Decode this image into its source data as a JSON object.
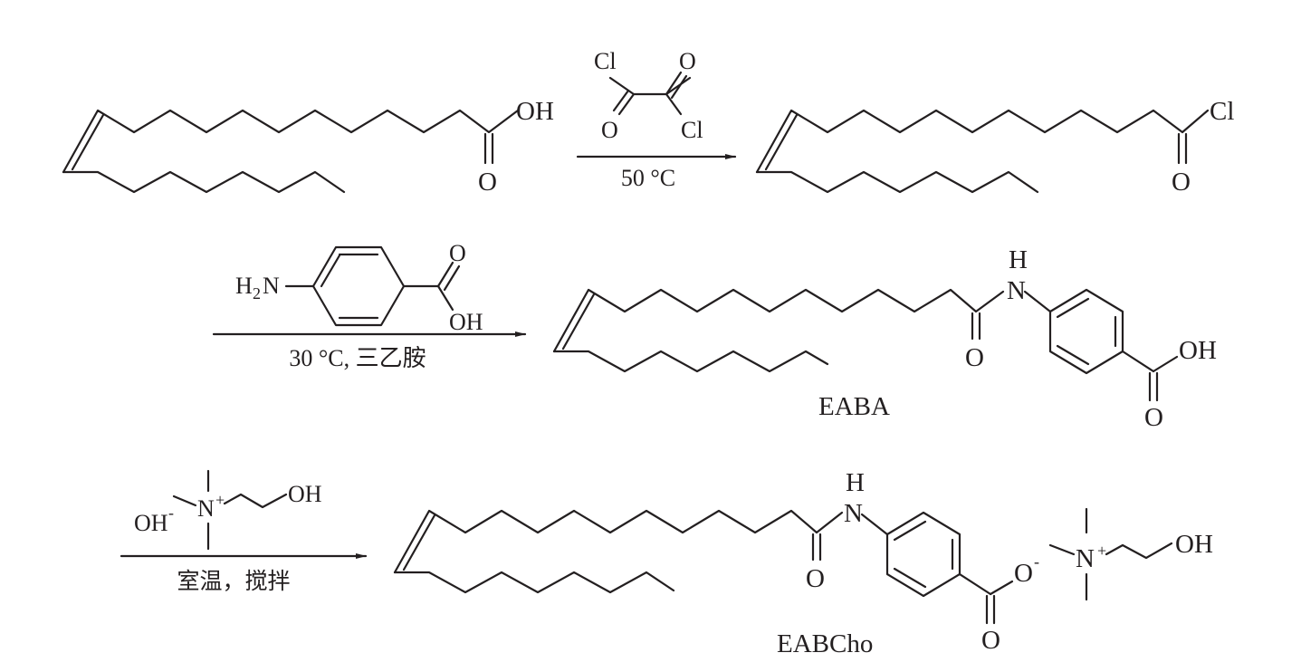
{
  "reagents": {
    "oxalyl_chloride": {
      "cl1": "Cl",
      "cl2": "Cl",
      "o1": "O",
      "o2": "O"
    },
    "aminobenzoic_acid": {
      "h2n": "H",
      "h2n_sub": "2",
      "h2n_n": "N",
      "o": "O",
      "oh": "OH"
    },
    "choline_hydroxide": {
      "anion": "OH",
      "anion_charge": "-",
      "n": "N",
      "n_charge": "+",
      "oh": "OH"
    }
  },
  "conditions": {
    "step1": "50 °C",
    "step2": "30 °C, 三乙胺",
    "step3": "室温，搅拌"
  },
  "molecules": {
    "erucic_acid": {
      "oh": "OH",
      "o": "O"
    },
    "erucoyl_chloride": {
      "cl": "Cl",
      "o": "O"
    },
    "eaba": {
      "name": "EABA",
      "nh_h": "H",
      "nh_n": "N",
      "amide_o": "O",
      "acid_o": "O",
      "acid_oh": "OH"
    },
    "eabcho": {
      "name": "EABCho",
      "nh_h": "H",
      "nh_n": "N",
      "amide_o": "O",
      "carbox_o": "O",
      "carbox_o_minus": "O",
      "carbox_charge": "-",
      "cat_n": "N",
      "cat_charge": "+",
      "cat_oh": "OH"
    }
  }
}
